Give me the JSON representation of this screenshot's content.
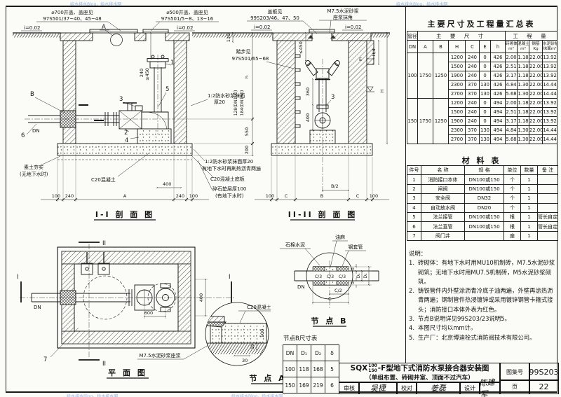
{
  "watermark": {
    "text": "给水排水Blog，给水排水网"
  },
  "drawing": {
    "s1": {
      "title": "I-I 剖 面 图",
      "cover700": [
        "⌀700井盖、盖座见",
        "97S501/37~40、45~48"
      ],
      "cover500": [
        "⌀500井盖、盖座见",
        "97S501/5~8、13~16"
      ],
      "slope1": "i=0.02",
      "slope2": "i=0.02",
      "node_a_ref": "A",
      "dim_240v": "240",
      "dim_le450": "≤450",
      "part1": "1",
      "part2": "2",
      "part3": "3",
      "part4": "4",
      "part5": "5",
      "part6": "6",
      "label_b": "B",
      "dn": "DN",
      "mortar_right": [
        "1:2防水砂浆抹面",
        "厚20"
      ],
      "dim_110": "110",
      "dim_128": "128(DN100)",
      "dim_184": "184(DN150)",
      "dim_h": "h",
      "dim_550": "550",
      "dim_200": "200",
      "soil": [
        "素土夯实",
        "(无地下水时)"
      ],
      "c20": "C20混凝土",
      "mortar_btm": [
        "1:2防水砂浆抹面厚20",
        "有地下水时再刷热沥青两遍"
      ],
      "c20_slab": "C20混凝土底板",
      "gravel": [
        "碎石垫层厚100",
        "(有地下水时)"
      ],
      "dim_400": "400",
      "dims_bottom": [
        "100",
        "240",
        "A",
        "240",
        "100"
      ]
    },
    "s2": {
      "title": "II-II 剖 面 图",
      "coverslab": [
        "盖板见",
        "99S203/46、47、50"
      ],
      "slope1": "i=0.02",
      "mortar": [
        "M7.5水泥砂浆",
        "座浆抹角"
      ],
      "slope2": "i=0.02",
      "steps": [
        "踏步见",
        "97S501/65~68"
      ],
      "dim_le450": "≤450",
      "dim_360": "360",
      "dim_400": "400",
      "part3": "3",
      "dim_e": "E",
      "dim_h4": "H/4",
      "dim_h": "H",
      "dim_b2": "B/2",
      "dims_bottom": [
        "100",
        "C",
        "B",
        "C",
        "100"
      ]
    },
    "plan": {
      "title": "平 面 图",
      "sec1": "I",
      "sec2": "II",
      "dn": "DN",
      "dim600": "600",
      "dim400": "400",
      "part7": "7",
      "mortar": "M7.5水泥砂浆座浆"
    },
    "nodea": {
      "title": "节 点 A",
      "c20": "C20混凝土",
      "dim100": "100",
      "dim10": "10",
      "dim30": "30"
    },
    "nodeb": {
      "title": "节 点 B",
      "asbestos": "石棉水泥",
      "oakum": "油麻",
      "sleeve": "钢套管",
      "dn": "DN",
      "c3a": "C/3",
      "c3b": "C/3",
      "c3c": "C/3",
      "c2": "C/2",
      "c": "C",
      "delta_top": "δ",
      "d1": "D₁",
      "d2": "D₂",
      "delta_btm": "δ"
    }
  },
  "right_panel": {
    "summary_table": {
      "title": "主要尺寸及工程量汇总表",
      "h_pipe": "管径",
      "h_dn": "DN",
      "h_main": "主 要 尺 寸",
      "h_qty": "工 程 量",
      "dim_cols": [
        "A",
        "B",
        "H",
        "C",
        "E",
        "h"
      ],
      "qty_cols": [
        [
          "砖砌体",
          "m³"
        ],
        [
          "混凝土",
          "m³"
        ],
        [
          "钢筋",
          "Kg"
        ],
        [
          "水泥砂浆",
          "抹面m²"
        ]
      ],
      "groups": [
        {
          "dn": "100",
          "a": "1750",
          "b": "1250",
          "rows": [
            [
              "1200",
              "240",
              "0",
              "426",
              "2.00",
              "1.18",
              "22.00",
              "13.92"
            ],
            [
              "1500",
              "240",
              "0",
              "426",
              "2.51",
              "1.18",
              "22.00",
              "13.92"
            ],
            [
              "1900",
              "240",
              "0",
              "426",
              "3.17",
              "1.18",
              "22.00",
              "13.92"
            ],
            [
              "2300",
              "370",
              "130",
              "426",
              "4.84",
              "1.30",
              "22.00",
              "14.44"
            ],
            [
              "2700",
              "370",
              "130",
              "426",
              "5.68",
              "1.30",
              "22.00",
              "14.44"
            ]
          ]
        },
        {
          "dn": "150",
          "a": "1750",
          "b": "1250",
          "rows": [
            [
              "1200",
              "240",
              "0",
              "494",
              "2.00",
              "1.18",
              "22.00",
              "13.92"
            ],
            [
              "1500",
              "240",
              "0",
              "494",
              "2.51",
              "1.18",
              "22.00",
              "13.92"
            ],
            [
              "1900",
              "240",
              "0",
              "494",
              "3.17",
              "1.18",
              "22.00",
              "13.92"
            ],
            [
              "2300",
              "370",
              "130",
              "494",
              "4.84",
              "1.30",
              "22.00",
              "14.44"
            ],
            [
              "2700",
              "370",
              "130",
              "494",
              "5.68",
              "1.30",
              "22.00",
              "14.44"
            ]
          ]
        }
      ]
    },
    "materials": {
      "title": "材 料 表",
      "cols": [
        "件号",
        "名  称",
        "规  格",
        "单位",
        "数量",
        "备 注"
      ],
      "rows": [
        [
          "1",
          "消防接口本体",
          "DN100或150",
          "个",
          "1",
          ""
        ],
        [
          "2",
          "闸阀",
          "DN100或150",
          "个",
          "1",
          ""
        ],
        [
          "3",
          "安全阀",
          "DN32",
          "个",
          "1",
          ""
        ],
        [
          "4",
          "自动放水阀",
          "DN20",
          "个",
          "1",
          ""
        ],
        [
          "5",
          "法兰接管",
          "DN100或150",
          "根",
          "1",
          "管长自定"
        ],
        [
          "6",
          "法兰直管",
          "DN100或150",
          "根",
          "1",
          "管长自定"
        ],
        [
          "7",
          "阀门井",
          "",
          "座",
          "1",
          ""
        ]
      ]
    },
    "notes": {
      "title": "说明：",
      "items": [
        "砖砌体：有地下水时用MU10机制砖，M7.5水泥砂浆砌筑；无地下水时用MU7.5机制砖，M5水泥砂浆砌筑。",
        "铸铁管件内外壁涂沥青冷底子油两遍，外壁再涂热沥青两遍；钢制管件热浸镀锌或采用镀锌钢管卡箍式接头；消防接口本体外表为红色。",
        "节点B说明详见99S203/23说明5。",
        "本图尺寸均以mm计。",
        "生产厂：北京博迪栓式消防阀技术有限公司。"
      ]
    }
  },
  "nodeb_table": {
    "title": "节点B尺寸表",
    "cols": [
      "DN",
      "D₁",
      "D₂",
      "δ"
    ],
    "rows": [
      [
        "100",
        "118",
        "168",
        "5"
      ],
      [
        "150",
        "169",
        "219",
        "6"
      ]
    ]
  },
  "titleblock": {
    "model_prefix": "SQX",
    "model_top": "100",
    "model_bottom": "150",
    "title_rest": "-F型地下式消防水泵接合器安装图",
    "subtitle": "（单组布置、砖砌井室、顶面不过汽车）",
    "atlas_label": "图集号",
    "atlas_no": "99S203",
    "page_label": "页",
    "page_no": "22",
    "review_label": "审核",
    "review_sig": "吴捷",
    "check_label": "校对",
    "check_sig": "姜磊",
    "design_label": "设计",
    "design_sig": "陈建军"
  }
}
